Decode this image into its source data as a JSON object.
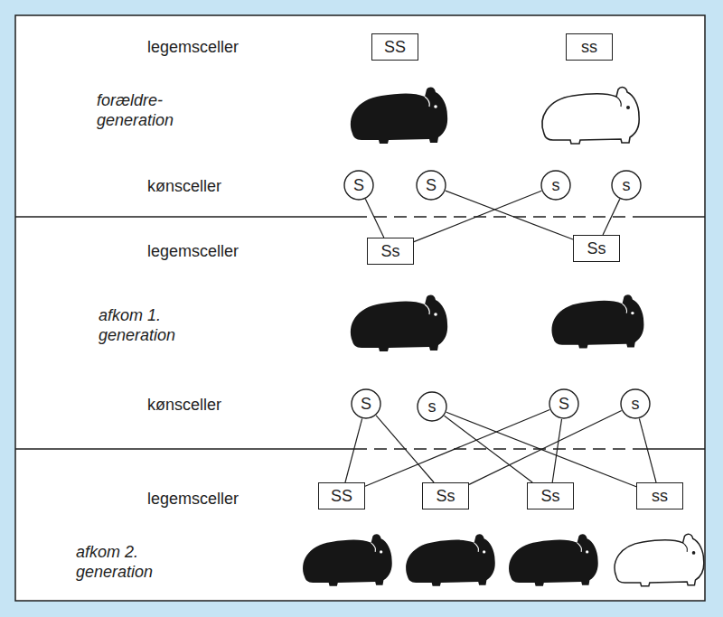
{
  "diagram": {
    "nodes": [
      {
        "text": [
          "SS"
        ]
      },
      {
        "text": [
          "ss"
        ]
      },
      {
        "text": [
          "S"
        ]
      },
      {
        "text": [
          "S"
        ]
      },
      {
        "text": [
          "s"
        ]
      },
      {
        "text": [
          "s"
        ]
      },
      {
        "text": [
          "Ss"
        ]
      },
      {
        "text": [
          "Ss"
        ]
      },
      {
        "text": [
          "S"
        ]
      },
      {
        "text": [
          "s"
        ]
      },
      {
        "text": [
          "S"
        ]
      },
      {
        "text": [
          "s"
        ]
      },
      {
        "text": [
          "SS"
        ]
      },
      {
        "text": [
          "Ss"
        ]
      },
      {
        "text": [
          "Ss"
        ]
      },
      {
        "text": [
          "ss"
        ]
      }
    ],
    "edges": [
      {
        "from": 2,
        "to": 6,
        "arrow": "none"
      },
      {
        "from": 3,
        "to": 7,
        "arrow": "none"
      },
      {
        "from": 4,
        "to": 6,
        "arrow": "none"
      },
      {
        "from": 5,
        "to": 7,
        "arrow": "none"
      },
      {
        "from": 8,
        "to": 12,
        "arrow": "none"
      },
      {
        "from": 8,
        "to": 13,
        "arrow": "none"
      },
      {
        "from": 9,
        "to": 14,
        "arrow": "none"
      },
      {
        "from": 9,
        "to": 15,
        "arrow": "none"
      },
      {
        "from": 10,
        "to": 12,
        "arrow": "none"
      },
      {
        "from": 10,
        "to": 14,
        "arrow": "none"
      },
      {
        "from": 11,
        "to": 13,
        "arrow": "none"
      },
      {
        "from": 11,
        "to": 15,
        "arrow": "none"
      }
    ],
    "labels": [
      "legemsceller",
      "forældre- generation",
      "kønsceller",
      "legemsceller",
      "afkom 1. generation",
      "kønsceller",
      "legemsceller",
      "afkom 2. generation"
    ]
  }
}
